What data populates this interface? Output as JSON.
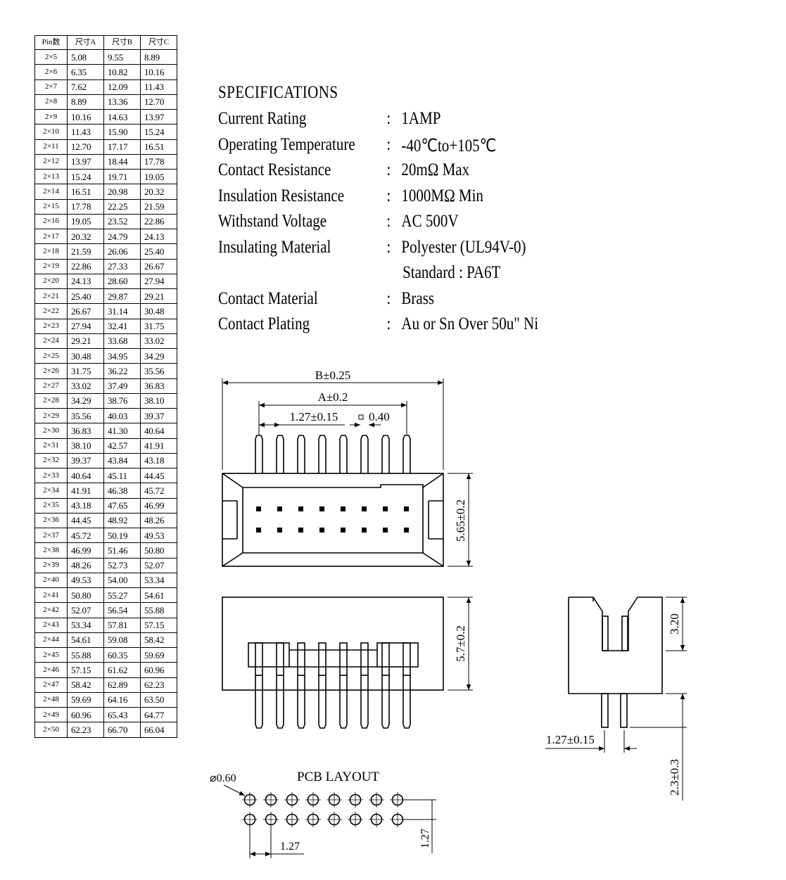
{
  "table": {
    "headers": [
      "Pin数",
      "尺寸A",
      "尺寸B",
      "尺寸C"
    ],
    "rows": [
      [
        "2×5",
        "5.08",
        "9.55",
        "8.89"
      ],
      [
        "2×6",
        "6.35",
        "10.82",
        "10.16"
      ],
      [
        "2×7",
        "7.62",
        "12.09",
        "11.43"
      ],
      [
        "2×8",
        "8.89",
        "13.36",
        "12.70"
      ],
      [
        "2×9",
        "10.16",
        "14.63",
        "13.97"
      ],
      [
        "2×10",
        "11.43",
        "15.90",
        "15.24"
      ],
      [
        "2×11",
        "12.70",
        "17.17",
        "16.51"
      ],
      [
        "2×12",
        "13.97",
        "18.44",
        "17.78"
      ],
      [
        "2×13",
        "15.24",
        "19.71",
        "19.05"
      ],
      [
        "2×14",
        "16.51",
        "20.98",
        "20.32"
      ],
      [
        "2×15",
        "17.78",
        "22.25",
        "21.59"
      ],
      [
        "2×16",
        "19.05",
        "23.52",
        "22.86"
      ],
      [
        "2×17",
        "20.32",
        "24.79",
        "24.13"
      ],
      [
        "2×18",
        "21.59",
        "26.06",
        "25.40"
      ],
      [
        "2×19",
        "22.86",
        "27.33",
        "26.67"
      ],
      [
        "2×20",
        "24.13",
        "28.60",
        "27.94"
      ],
      [
        "2×21",
        "25.40",
        "29.87",
        "29.21"
      ],
      [
        "2×22",
        "26.67",
        "31.14",
        "30.48"
      ],
      [
        "2×23",
        "27.94",
        "32.41",
        "31.75"
      ],
      [
        "2×24",
        "29.21",
        "33.68",
        "33.02"
      ],
      [
        "2×25",
        "30.48",
        "34.95",
        "34.29"
      ],
      [
        "2×26",
        "31.75",
        "36.22",
        "35.56"
      ],
      [
        "2×27",
        "33.02",
        "37.49",
        "36.83"
      ],
      [
        "2×28",
        "34.29",
        "38.76",
        "38.10"
      ],
      [
        "2×29",
        "35.56",
        "40.03",
        "39.37"
      ],
      [
        "2×30",
        "36.83",
        "41.30",
        "40.64"
      ],
      [
        "2×31",
        "38.10",
        "42.57",
        "41.91"
      ],
      [
        "2×32",
        "39.37",
        "43.84",
        "43.18"
      ],
      [
        "2×33",
        "40.64",
        "45.11",
        "44.45"
      ],
      [
        "2×34",
        "41.91",
        "46.38",
        "45.72"
      ],
      [
        "2×35",
        "43.18",
        "47.65",
        "46.99"
      ],
      [
        "2×36",
        "44.45",
        "48.92",
        "48.26"
      ],
      [
        "2×37",
        "45.72",
        "50.19",
        "49.53"
      ],
      [
        "2×38",
        "46.99",
        "51.46",
        "50.80"
      ],
      [
        "2×39",
        "48.26",
        "52.73",
        "52.07"
      ],
      [
        "2×40",
        "49.53",
        "54.00",
        "53.34"
      ],
      [
        "2×41",
        "50.80",
        "55.27",
        "54.61"
      ],
      [
        "2×42",
        "52.07",
        "56.54",
        "55.88"
      ],
      [
        "2×43",
        "53.34",
        "57.81",
        "57.15"
      ],
      [
        "2×44",
        "54.61",
        "59.08",
        "58.42"
      ],
      [
        "2×45",
        "55.88",
        "60.35",
        "59.69"
      ],
      [
        "2×46",
        "57.15",
        "61.62",
        "60.96"
      ],
      [
        "2×47",
        "58.42",
        "62.89",
        "62.23"
      ],
      [
        "2×48",
        "59.69",
        "64.16",
        "63.50"
      ],
      [
        "2×49",
        "60.96",
        "65.43",
        "64.77"
      ],
      [
        "2×50",
        "62.23",
        "66.70",
        "66.04"
      ]
    ]
  },
  "specifications": {
    "title": "SPECIFICATIONS",
    "items": [
      {
        "label": "Current Rating",
        "value": "1AMP"
      },
      {
        "label": "Operating Temperature",
        "value": "-40℃to+105℃"
      },
      {
        "label": "Contact Resistance",
        "value": "20mΩ Max"
      },
      {
        "label": "Insulation Resistance",
        "value": "1000MΩ Min"
      },
      {
        "label": "Withstand Voltage",
        "value": "AC 500V"
      },
      {
        "label": "Insulating Material",
        "value": "Polyester (UL94V-0)"
      },
      {
        "label": "Contact Material",
        "value": "Brass"
      },
      {
        "label": "Contact Plating",
        "value": "Au or Sn Over 50u\" Ni"
      }
    ],
    "insulating_material_alt": "Standard : PA6T",
    "separator": ":"
  },
  "drawing": {
    "dim_b": "B±0.25",
    "dim_a": "A±0.2",
    "dim_pitch": "1.27±0.15",
    "dim_pin_square": "0.40",
    "dim_height_top": "5.65±0.2",
    "dim_height_front": "5.7±0.2",
    "dim_side_height": "3.20",
    "dim_side_pitch": "1.27±0.15",
    "dim_side_tail": "2.3±0.3",
    "pcb_title": "PCB LAYOUT",
    "pcb_hole": "⌀0.60",
    "pcb_pitch_x": "1.27",
    "pcb_pitch_y": "1.27"
  }
}
